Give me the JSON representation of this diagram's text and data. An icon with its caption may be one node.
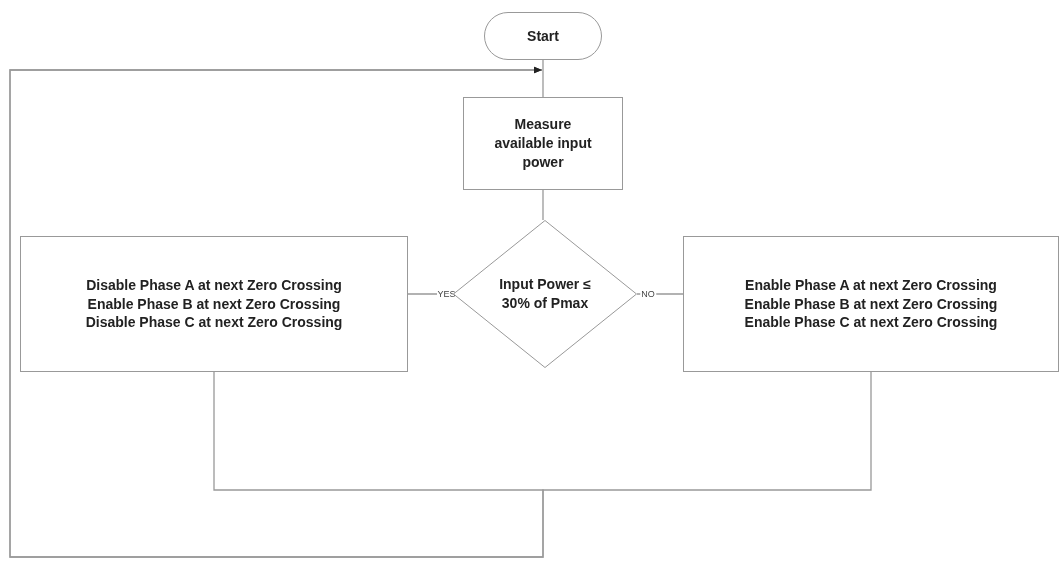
{
  "diagram": {
    "nodes": [
      {
        "text": [
          "Start"
        ]
      },
      {
        "text": [
          "Measure available input power"
        ]
      },
      {
        "text": [
          "Input Power ≤ 30% of Pmax"
        ]
      },
      {
        "text": [
          "Disable Phase A at next Zero Crossing Enable Phase B at next Zero Crossing Disable Phase C at next Zero Crossing"
        ]
      },
      {
        "text": [
          "Enable Phase A at next Zero Crossing Enable Phase B at next Zero Crossing Enable Phase C at next Zero Crossing"
        ]
      }
    ],
    "edges": [
      {
        "from": 0,
        "to": 1,
        "arrow": "none"
      },
      {
        "from": 1,
        "to": 2,
        "arrow": "none"
      },
      {
        "from": 2,
        "to": 3,
        "arrow": "none",
        "label": "YES"
      },
      {
        "from": 2,
        "to": 4,
        "arrow": "none",
        "label": "NO"
      },
      {
        "from": 3,
        "to": 1,
        "arrow": "to"
      },
      {
        "from": 4,
        "to": 1,
        "arrow": "to"
      }
    ]
  }
}
